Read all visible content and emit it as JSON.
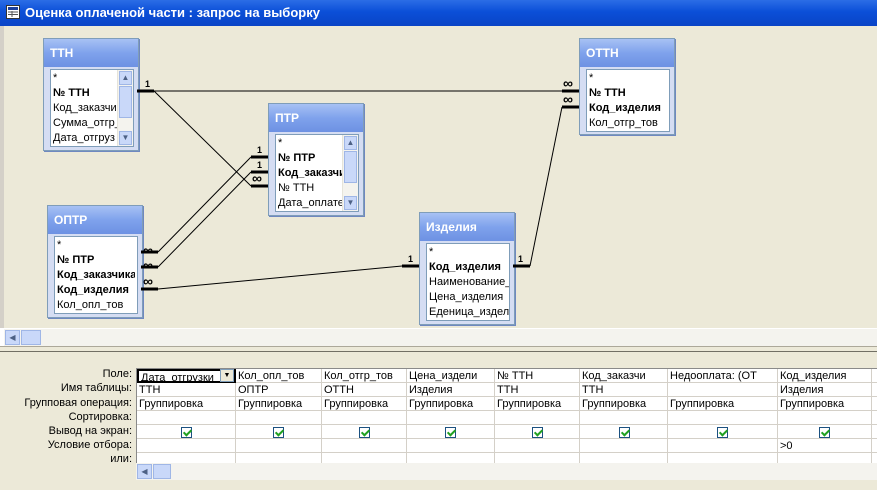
{
  "window": {
    "title": "Оценка оплаченой части : запрос на выборку"
  },
  "tables": {
    "ttn": {
      "title": "ТТН",
      "fields": [
        {
          "label": "*",
          "key": false
        },
        {
          "label": "№ ТТН",
          "key": true
        },
        {
          "label": "Код_заказчи",
          "key": false
        },
        {
          "label": "Сумма_отгр_",
          "key": false
        },
        {
          "label": "Дата_отгруз",
          "key": false
        }
      ]
    },
    "ptr": {
      "title": "ПТР",
      "fields": [
        {
          "label": "*",
          "key": false
        },
        {
          "label": "№ ПТР",
          "key": true
        },
        {
          "label": "Код_заказчи",
          "key": true
        },
        {
          "label": "№ ТТН",
          "key": false
        },
        {
          "label": "Дата_оплате",
          "key": false
        }
      ]
    },
    "ottn": {
      "title": "ОТТН",
      "fields": [
        {
          "label": "*",
          "key": false
        },
        {
          "label": "№ ТТН",
          "key": true
        },
        {
          "label": "Код_изделия",
          "key": true
        },
        {
          "label": "Кол_отгр_тов",
          "key": false
        }
      ]
    },
    "optr": {
      "title": "ОПТР",
      "fields": [
        {
          "label": "*",
          "key": false
        },
        {
          "label": "№ ПТР",
          "key": true
        },
        {
          "label": "Код_заказчика",
          "key": true
        },
        {
          "label": "Код_изделия",
          "key": true
        },
        {
          "label": "Кол_опл_тов",
          "key": false
        }
      ]
    },
    "izdeliya": {
      "title": "Изделия",
      "fields": [
        {
          "label": "*",
          "key": false
        },
        {
          "label": "Код_изделия",
          "key": true
        },
        {
          "label": "Наименование_и",
          "key": false
        },
        {
          "label": "Цена_изделия",
          "key": false
        },
        {
          "label": "Еденица_издели",
          "key": false
        }
      ]
    }
  },
  "relations": {
    "one": "1",
    "many": "∞"
  },
  "grid": {
    "row_labels": [
      "Поле:",
      "Имя таблицы:",
      "Групповая операция:",
      "Сортировка:",
      "Вывод на экран:",
      "Условие отбора:",
      "или:"
    ],
    "columns": [
      {
        "field": "Дата_отгрузки",
        "table": "ТТН",
        "group": "Группировка",
        "sort": "",
        "show": true,
        "criteria": ""
      },
      {
        "field": "Кол_опл_тов",
        "table": "ОПТР",
        "group": "Группировка",
        "sort": "",
        "show": true,
        "criteria": ""
      },
      {
        "field": "Кол_отгр_тов",
        "table": "ОТТН",
        "group": "Группировка",
        "sort": "",
        "show": true,
        "criteria": ""
      },
      {
        "field": "Цена_издели",
        "table": "Изделия",
        "group": "Группировка",
        "sort": "",
        "show": true,
        "criteria": ""
      },
      {
        "field": "№ ТТН",
        "table": "ТТН",
        "group": "Группировка",
        "sort": "",
        "show": true,
        "criteria": ""
      },
      {
        "field": "Код_заказчи",
        "table": "ТТН",
        "group": "Группировка",
        "sort": "",
        "show": true,
        "criteria": ""
      },
      {
        "field": "Недооплата: (ОТ",
        "table": "",
        "group": "Группировка",
        "sort": "",
        "show": true,
        "criteria": ""
      },
      {
        "field": "Код_изделия",
        "table": "Изделия",
        "group": "Группировка",
        "sort": "",
        "show": true,
        "criteria": ">0"
      }
    ]
  },
  "colors": {
    "titlebar": "#0b4fd8",
    "table_header": "#7fa2ec",
    "background": "#ece9d8"
  },
  "icons": {
    "window": "query-window-icon",
    "scroll_up": "arrow-up-icon",
    "scroll_down": "arrow-down-icon",
    "scroll_left": "arrow-left-icon",
    "dropdown": "chevron-down-icon",
    "checkbox": "checkmark-icon"
  }
}
